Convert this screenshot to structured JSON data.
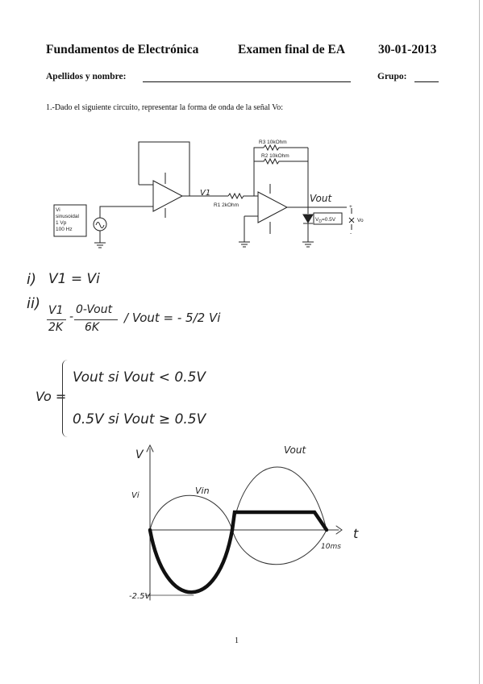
{
  "header": {
    "course": "Fundamentos de Electrónica",
    "exam": "Examen final de EA",
    "date": "30-01-2013",
    "name_label": "Apellidos y nombre:",
    "group_label": "Grupo:"
  },
  "question": {
    "text": "1.-Dado el siguiente circuito, representar la forma de onda de la señal Vo:"
  },
  "circuit": {
    "source_label_lines": [
      "Vi",
      "sinusoidal",
      "1 Vp",
      "100 Hz"
    ],
    "r1": "R1 2kOhm",
    "r2": "R2 10kOhm",
    "r3": "R3 10kOhm",
    "diode_box": "V",
    "diode_box_sub": "D",
    "diode_box_val": "=0.5V",
    "vo_label": "Vo",
    "plus": "+",
    "minus": "-",
    "v1_hand": "V1",
    "vout_hand": "Vout"
  },
  "solution": {
    "step1_num": "i)",
    "step1": "V1 = Vi",
    "step2_num": "ii)",
    "frac1_num": "V1",
    "frac1_den": "2K",
    "frac2_num": "0-Vout",
    "frac2_den": "6K",
    "step2_tail": "/  Vout = - 5/2 Vi",
    "vo_label": "Vo =",
    "case1": "Vout  si  Vout < 0.5V",
    "case2": "0.5V  si  Vout ≥ 0.5V"
  },
  "graph": {
    "y_axis": "V",
    "x_axis": "t",
    "vi_label": "Vi",
    "vin_label": "Vin",
    "vout_label": "Vout",
    "neg_label": "-2.5V",
    "time_label": "10ms"
  },
  "page_number": "1"
}
